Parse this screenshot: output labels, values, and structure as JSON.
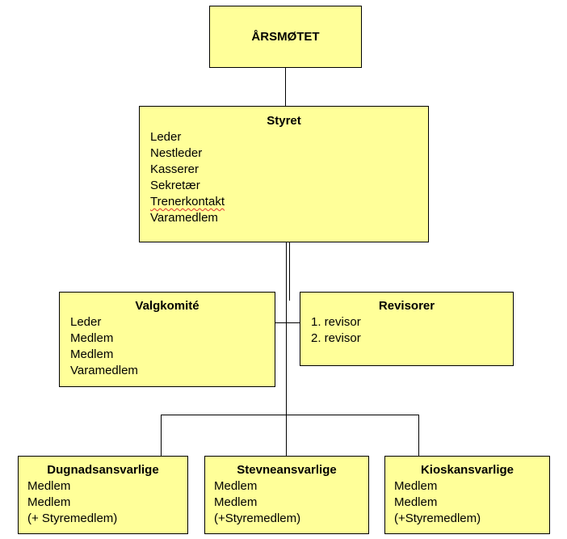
{
  "annual_meeting": {
    "title": "ÅRSMØTET"
  },
  "board": {
    "title": "Styret",
    "items": [
      "Leder",
      "Nestleder",
      "Kasserer",
      "Sekretær",
      "Trenerkontakt",
      "Varamedlem"
    ]
  },
  "nomination_committee": {
    "title": "Valgkomité",
    "items": [
      "Leder",
      "Medlem",
      "Medlem",
      "Varamedlem"
    ]
  },
  "auditors": {
    "title": "Revisorer",
    "items": [
      "1. revisor",
      "2. revisor"
    ]
  },
  "volunteer_work": {
    "title": "Dugnadsansvarlige",
    "items": [
      "Medlem",
      "Medlem",
      "(+ Styremedlem)"
    ]
  },
  "competition": {
    "title": "Stevneansvarlige",
    "items": [
      "Medlem",
      "Medlem",
      "(+Styremedlem)"
    ]
  },
  "kiosk": {
    "title": "Kioskansvarlige",
    "items": [
      "Medlem",
      "Medlem",
      "(+Styremedlem)"
    ]
  },
  "colors": {
    "box_fill": "#ffff99",
    "border": "#000000",
    "spellcheck_underline": "#e03030"
  }
}
